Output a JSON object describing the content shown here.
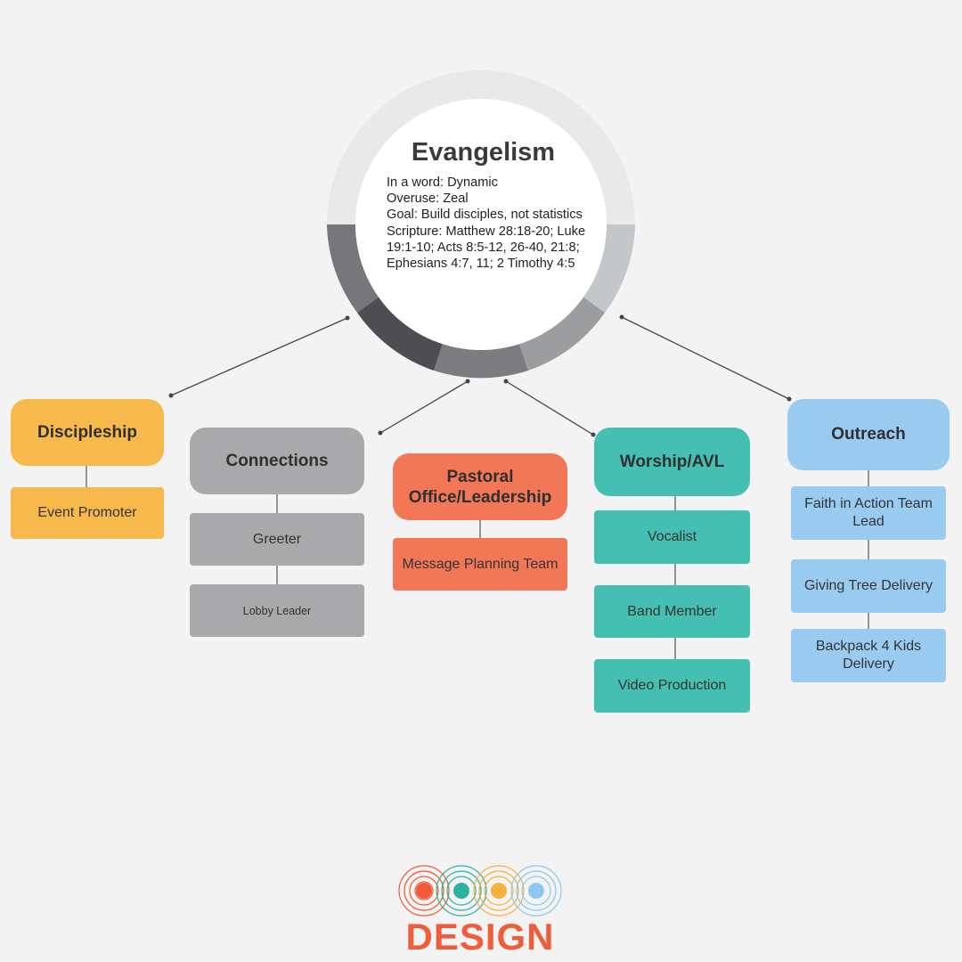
{
  "center": {
    "title": "Evangelism",
    "lines": [
      "In a word: Dynamic",
      "Overuse: Zeal",
      "Goal: Build disciples, not statistics",
      "Scripture: Matthew 28:18-20; Luke 19:1-10; Acts 8:5-12, 26-40, 21:8; Ephesians 4:7, 11; 2 Timothy 4:5"
    ]
  },
  "columns": [
    {
      "header": "Discipleship",
      "items": [
        "Event Promoter"
      ],
      "color": "#f7b94b"
    },
    {
      "header": "Connections",
      "items": [
        "Greeter",
        "Lobby Leader"
      ],
      "color": "#a9a8aa"
    },
    {
      "header": "Pastoral Office/Leadership",
      "items": [
        "Message Planning Team"
      ],
      "color": "#f27757"
    },
    {
      "header": "Worship/AVL",
      "items": [
        "Vocalist",
        "Band Member",
        "Video Production"
      ],
      "color": "#45bfb1"
    },
    {
      "header": "Outreach",
      "items": [
        "Faith in Action Team Lead",
        "Giving Tree Delivery",
        "Backpack 4 Kids Delivery"
      ],
      "color": "#99cbf1"
    }
  ],
  "logo": {
    "text": "DESIGN",
    "colors": [
      "#f05a3a",
      "#2ab3a3",
      "#f5b23e",
      "#8fc7f0"
    ]
  }
}
